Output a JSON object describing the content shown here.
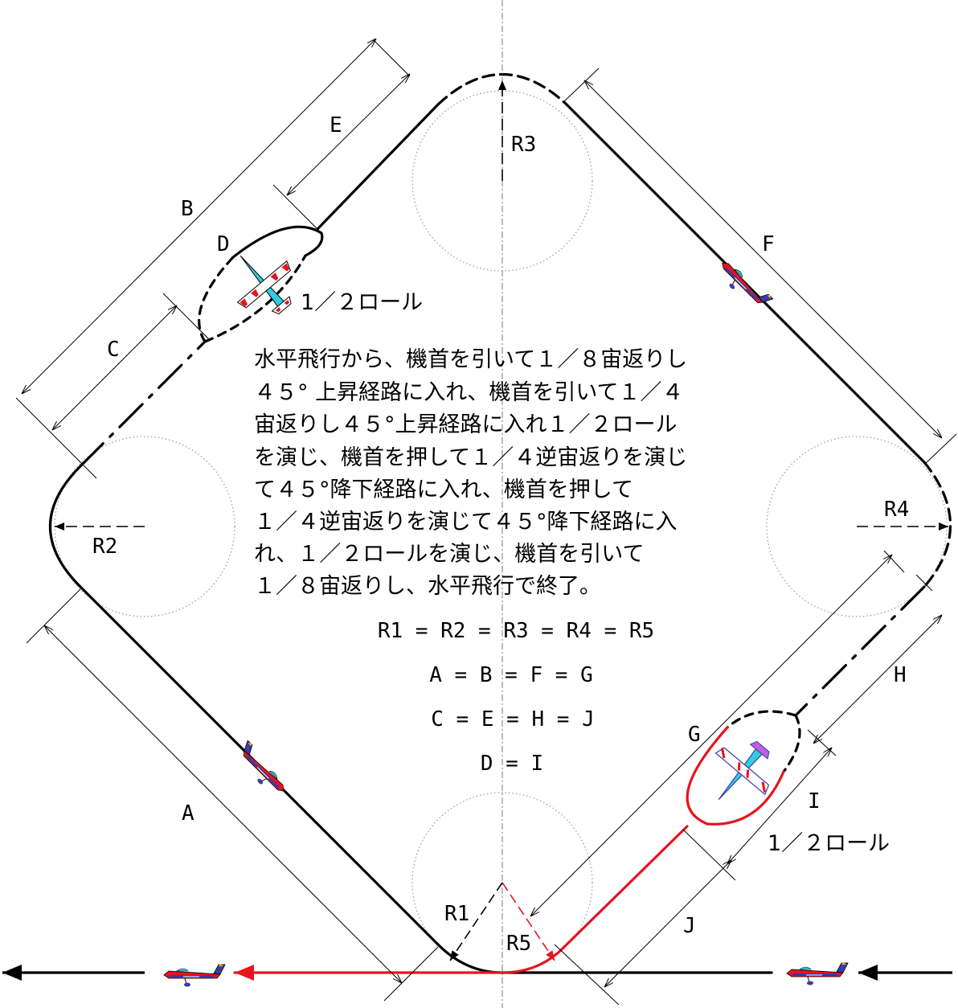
{
  "labels": {
    "A": "A",
    "B": "B",
    "C": "C",
    "D": "D",
    "E": "E",
    "F": "F",
    "G": "G",
    "H": "H",
    "I": "I",
    "J": "J",
    "R1": "R1",
    "R2": "R2",
    "R3": "R3",
    "R4": "R4",
    "R5": "R5"
  },
  "half_roll_left": "1／２ロール",
  "half_roll_right": "1／２ロール",
  "description": [
    "水平飛行から、機首を引いて１／８宙返りし",
    "４５° 上昇経路に入れ、機首を引いて１／４",
    "宙返りし４５°上昇経路に入れ１／２ロール",
    "を演じ、機首を押して１／４逆宙返りを演じ",
    "て４５°降下経路に入れ、機首を押して",
    "１／４逆宙返りを演じて４５°降下経路に入",
    "れ、１／２ロールを演じ、機首を引いて",
    "１／８宙返りし、水平飛行で終了。"
  ],
  "equations": [
    "R1 = R2 = R3 = R4 = R5",
    "A = B = F = G",
    "C = E = H = J",
    "D = I"
  ],
  "colors": {
    "path": "#000000",
    "exit_path": "#e8141c",
    "guide_circle": "#999999",
    "plane_body": "#3a3aa8",
    "plane_accent": "#e8141c",
    "glider_cyan": "#33cce0"
  }
}
